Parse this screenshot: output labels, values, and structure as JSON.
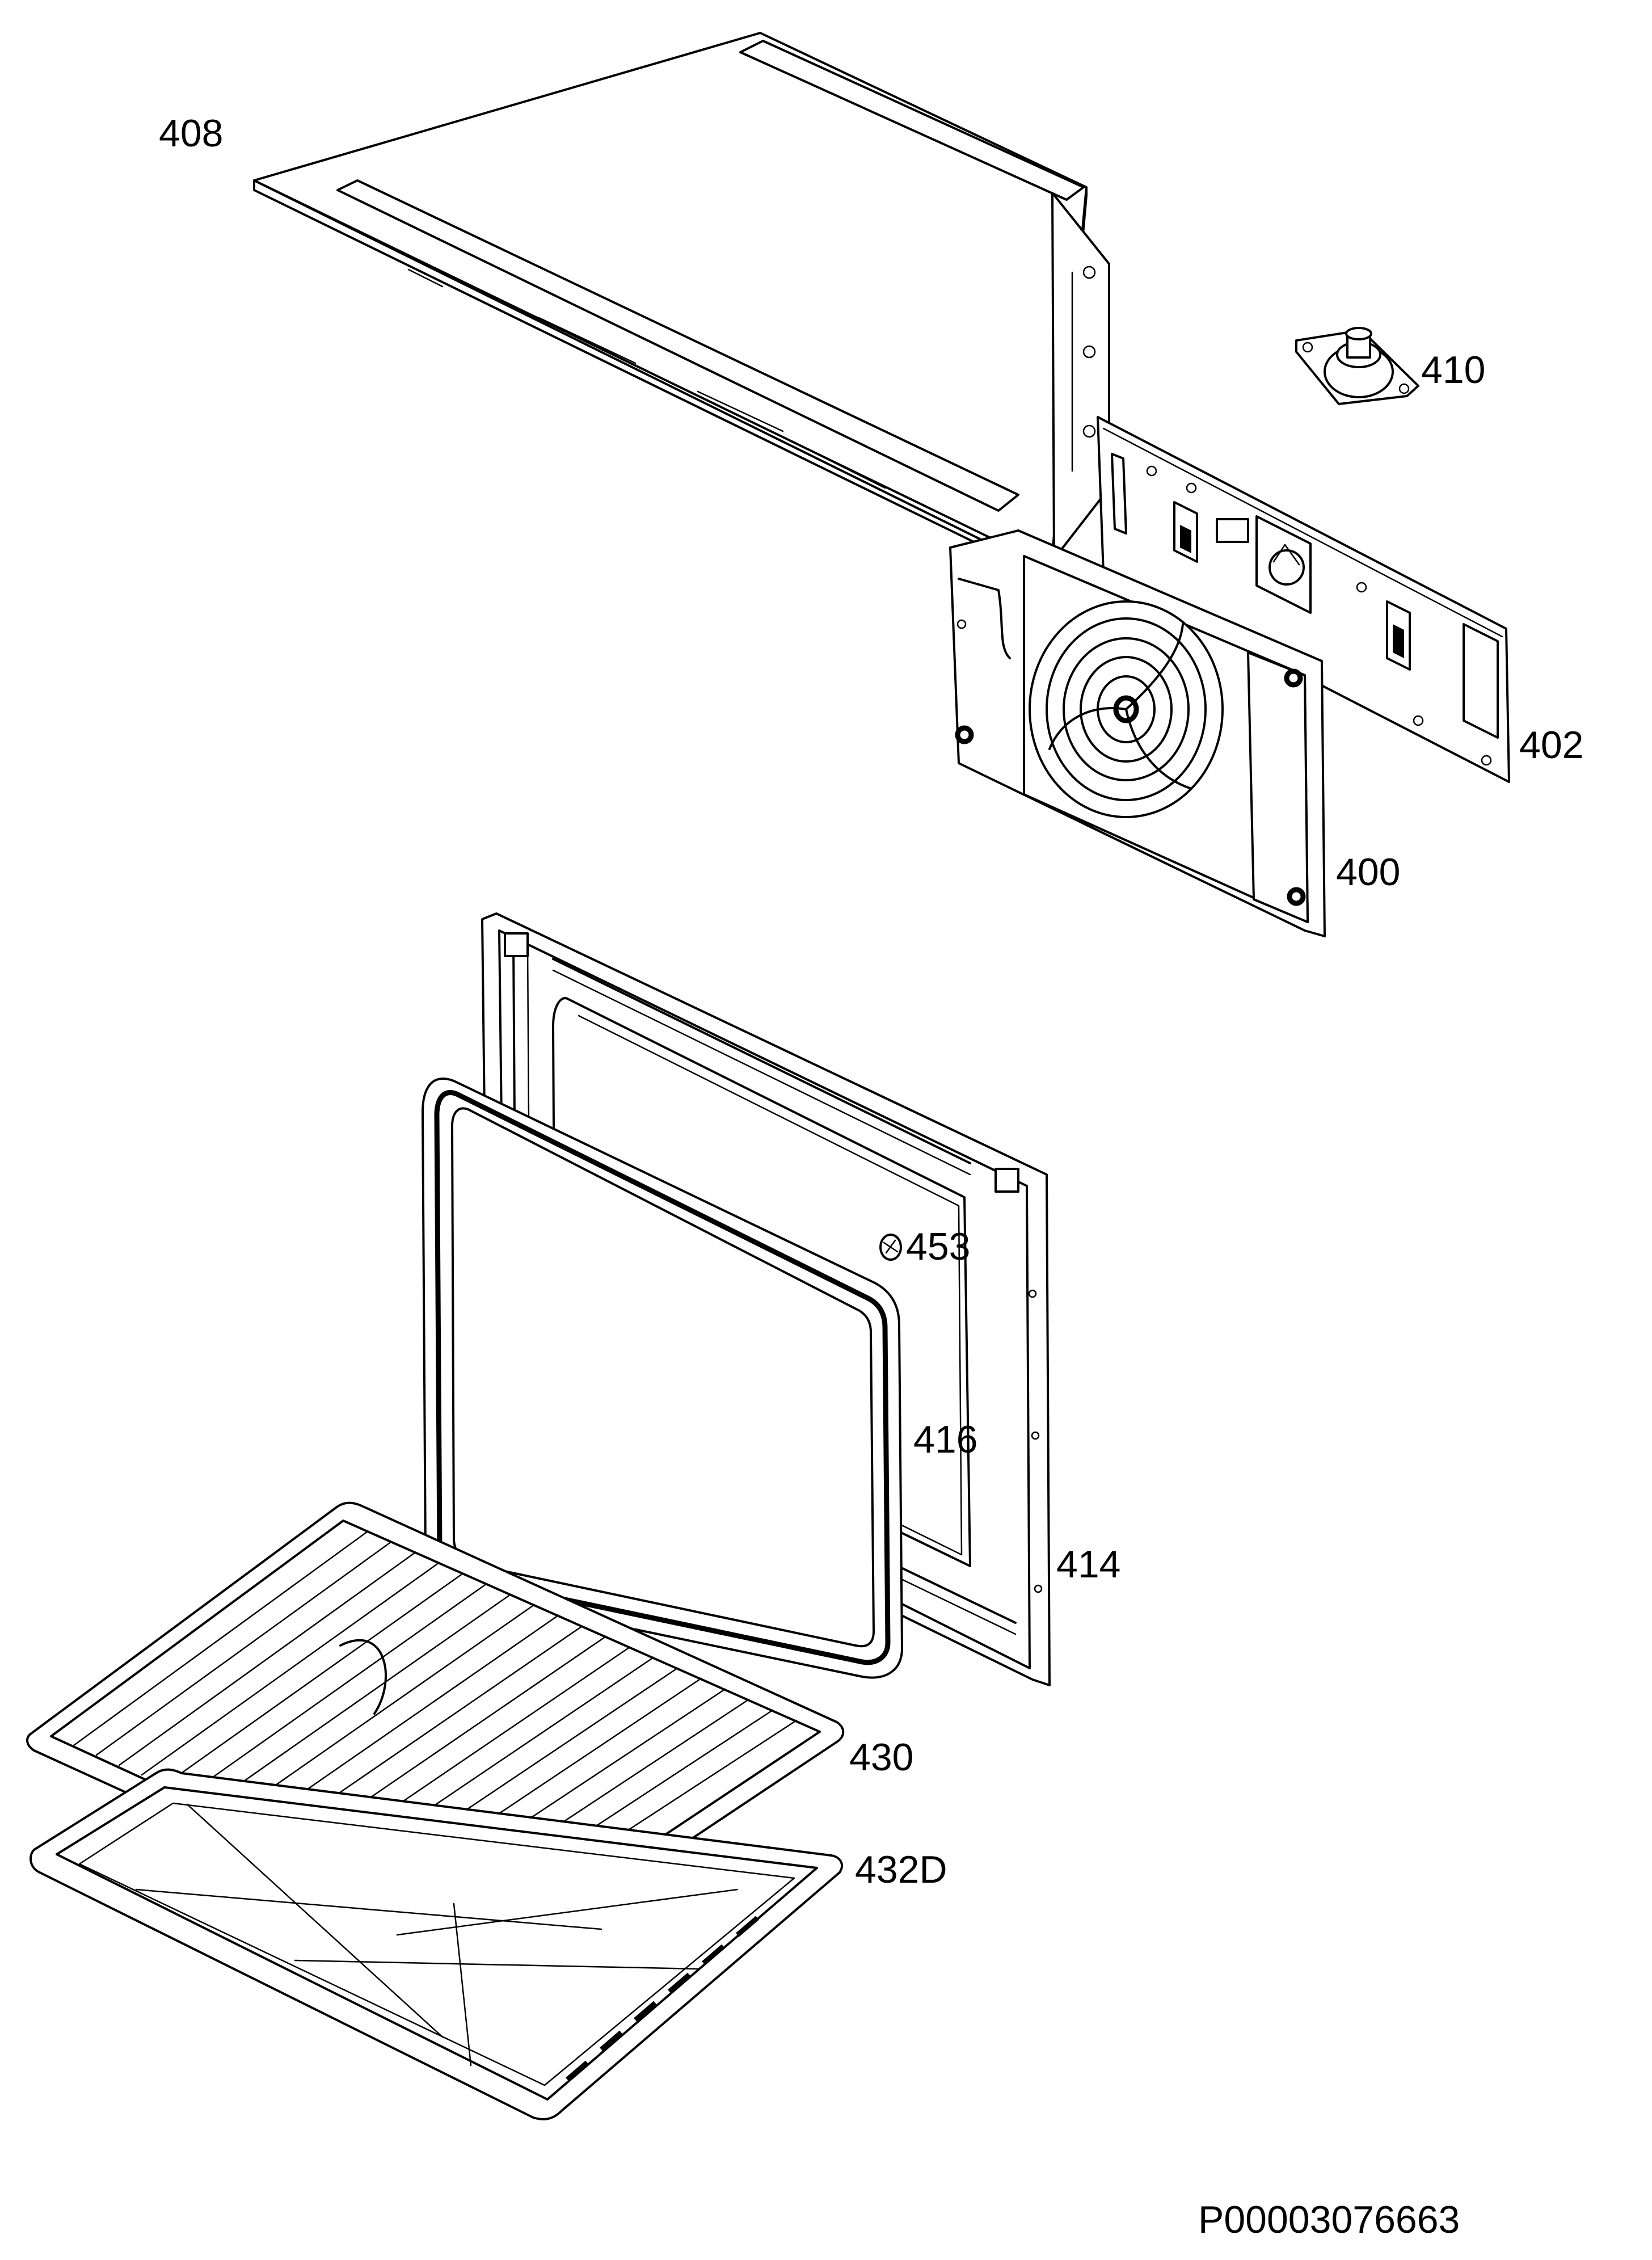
{
  "diagram": {
    "labels": [
      {
        "id": "408",
        "text": "408"
      },
      {
        "id": "410",
        "text": "410"
      },
      {
        "id": "402",
        "text": "402"
      },
      {
        "id": "400",
        "text": "400"
      },
      {
        "id": "453",
        "text": "453"
      },
      {
        "id": "416",
        "text": "416"
      },
      {
        "id": "414",
        "text": "414"
      },
      {
        "id": "430",
        "text": "430"
      },
      {
        "id": "432D",
        "text": "432D"
      }
    ],
    "doc_number": "P00003076663"
  },
  "colors": {
    "line": "#000000",
    "background": "#ffffff"
  }
}
